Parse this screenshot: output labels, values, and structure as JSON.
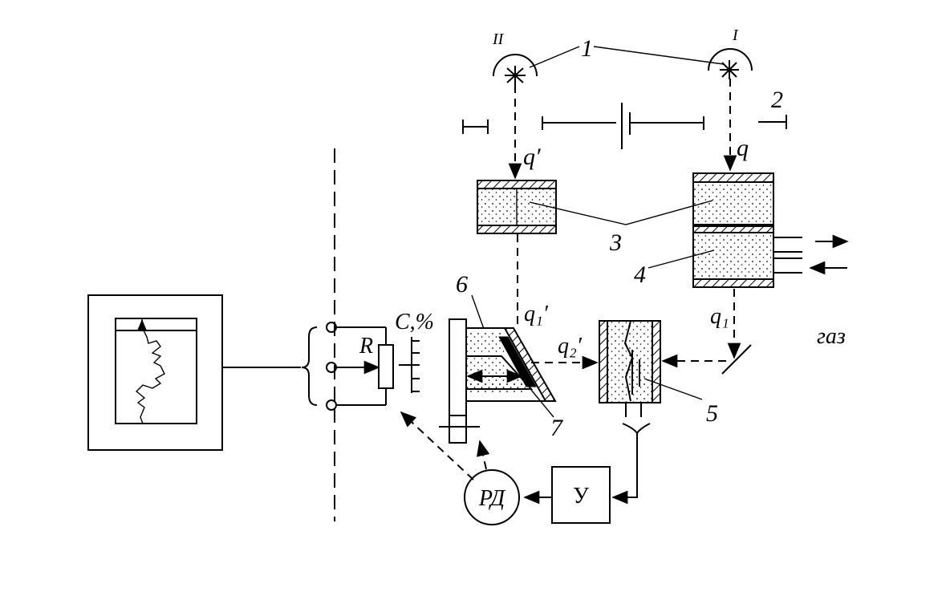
{
  "labels": {
    "source_II": "II",
    "source_I": "I",
    "num_1": "1",
    "num_2": "2",
    "num_3": "3",
    "num_4": "4",
    "num_5": "5",
    "num_6": "6",
    "num_7": "7",
    "q_prime": "q′",
    "q": "q",
    "q1_prime": "q₁′",
    "q1": "q₁",
    "q2_prime": "q₂′",
    "gas": "газ",
    "resistor": "R",
    "concentration": "C,%",
    "amplifier": "У",
    "reversible_motor": "РД"
  }
}
